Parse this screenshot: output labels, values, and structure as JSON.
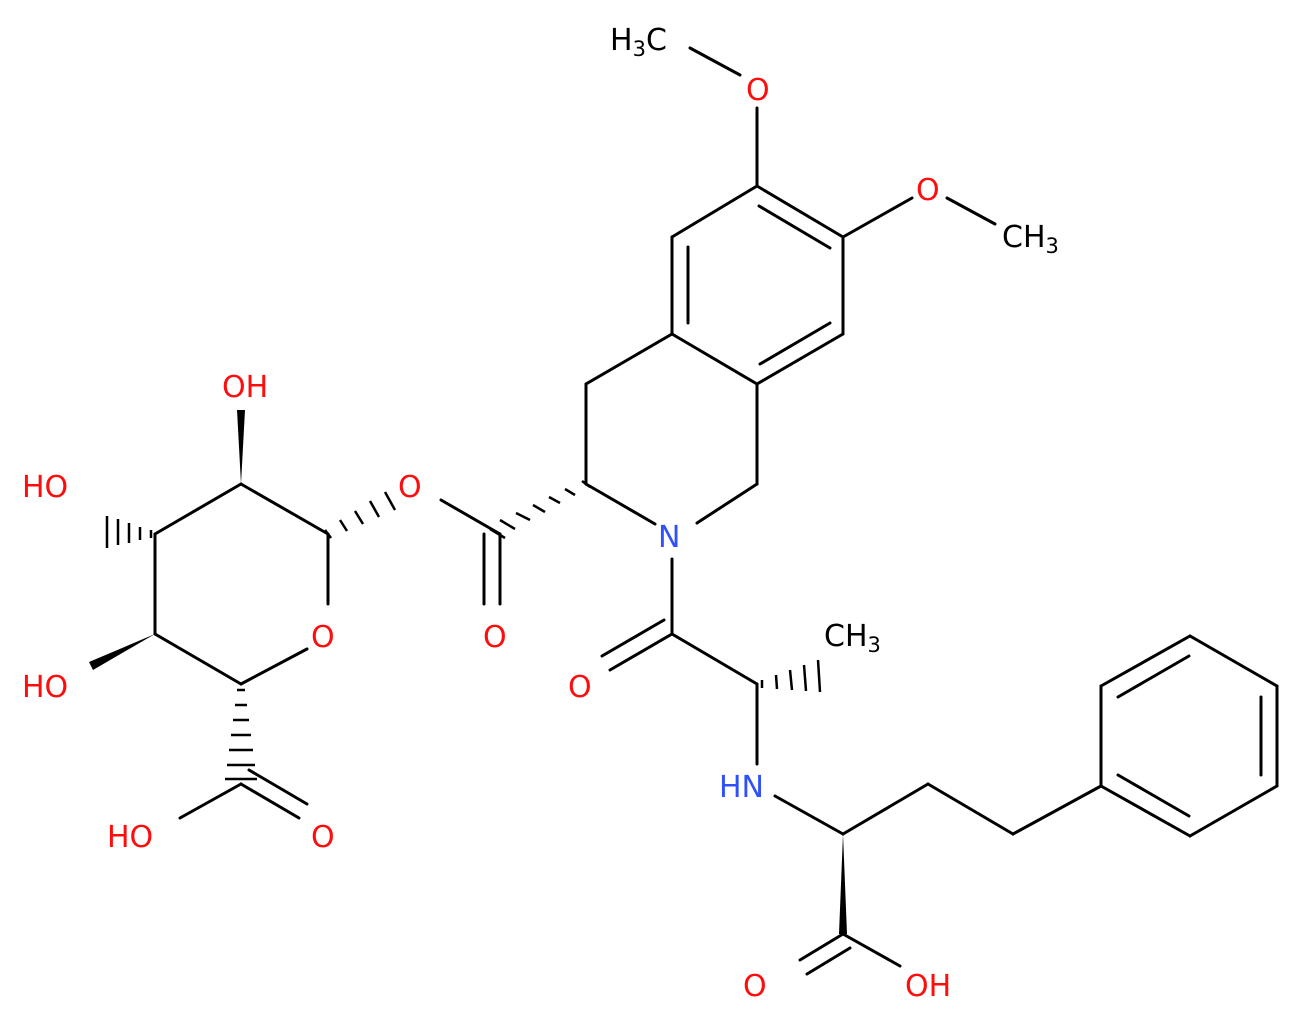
{
  "colors": {
    "carbon": "#000000",
    "oxygen": "#ff0d0d",
    "nitrogen": "#3050f8",
    "background": "#ffffff"
  },
  "atom_labels": {
    "ome_top_o": "O",
    "ome_top_ch3_main": "H",
    "ome_top_ch3_sub": "3",
    "ome_top_ch3_c": "C",
    "ome_right_o": "O",
    "ome_right_ch3_main": "CH",
    "ome_right_ch3_sub": "3",
    "ester_o": "O",
    "ester_carbonyl_o": "O",
    "ring_n": "N",
    "amide_o": "O",
    "methyl_main": "CH",
    "methyl_sub": "3",
    "amine_nh": "HN",
    "acid_o": "O",
    "acid_oh": "OH",
    "sugar_oh_2": "OH",
    "sugar_oh_3": "HO",
    "sugar_oh_4": "HO",
    "sugar_ring_o": "O",
    "gluc_acid_oh": "HO",
    "gluc_acid_o": "O"
  }
}
